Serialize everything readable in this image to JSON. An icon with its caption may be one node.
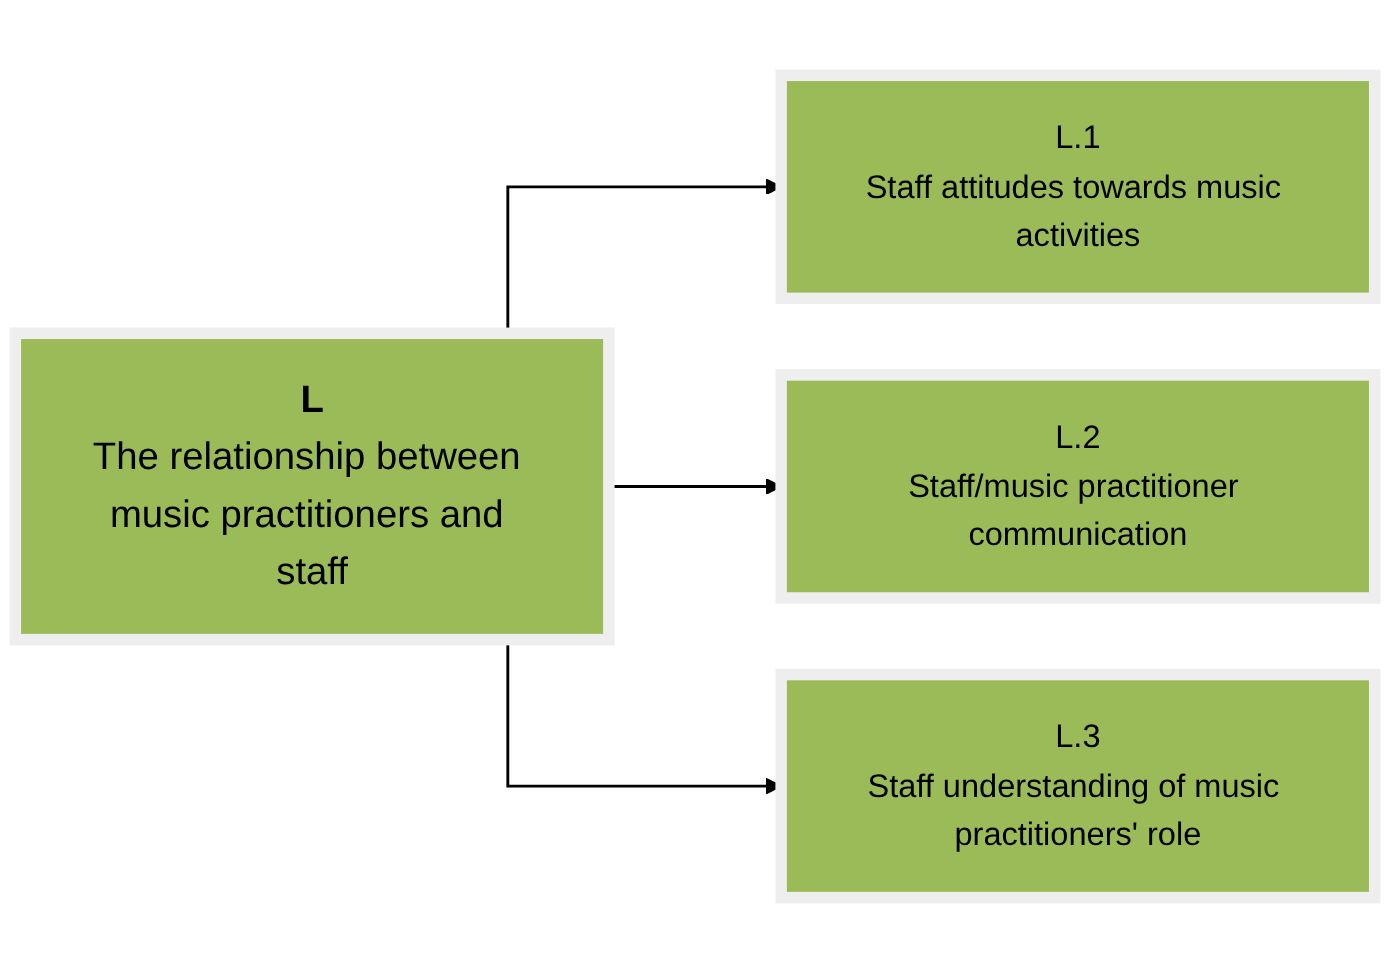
{
  "diagram": {
    "nodes": [
      {
        "text": [
          "L",
          "The relationship between music practitioners and staff"
        ]
      },
      {
        "text": [
          "L.1",
          "Staff attitudes towards music activities"
        ]
      },
      {
        "text": [
          "L.2",
          "Staff/music practitioner communication"
        ]
      },
      {
        "text": [
          "L.3",
          "Staff understanding of music practitioners' role"
        ]
      }
    ],
    "edges": [
      {
        "from": 0,
        "to": 1,
        "arrow": "to"
      },
      {
        "from": 0,
        "to": 2,
        "arrow": "to"
      },
      {
        "from": 0,
        "to": 3,
        "arrow": "to"
      }
    ]
  }
}
